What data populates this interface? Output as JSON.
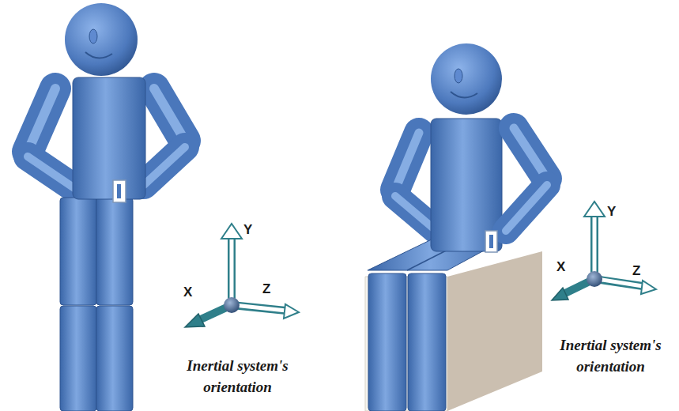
{
  "diagram": {
    "labels": [
      "Y",
      "X",
      "Z",
      "Inertial system's orientation",
      "Y",
      "X",
      "Z",
      "Inertial system's orientation"
    ]
  }
}
